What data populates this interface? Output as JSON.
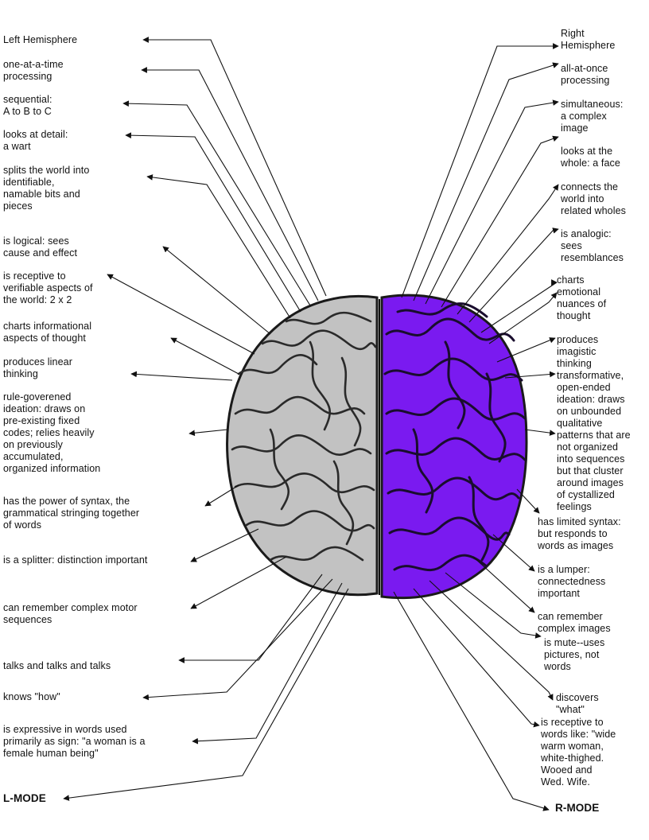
{
  "left_hemisphere": {
    "title": "Left Hemisphere",
    "items": [
      "one-at-a-time\nprocessing",
      "sequential:\nA to B to C",
      "looks at detail:\na wart",
      "splits the world into\nidentifiable,\nnamable bits and\npieces",
      "is logical: sees\ncause and effect",
      "is receptive to\nverifiable aspects of\nthe world:  2 x 2",
      "charts informational\naspects of thought",
      "produces linear\nthinking",
      "rule-goverened\nideation: draws on\npre-existing fixed\ncodes; relies heavily\non previously\naccumulated,\norganized information",
      "has the power of syntax, the\ngrammatical stringing together\nof words",
      "is a splitter: distinction important",
      "can remember complex motor\nsequences",
      "talks and talks and talks",
      "knows \"how\"",
      "is expressive in words used\nprimarily as sign: \"a woman is a\nfemale human being\""
    ],
    "mode": "L-MODE",
    "color": "#c2c2c2"
  },
  "right_hemisphere": {
    "title": "Right\nHemisphere",
    "items": [
      "all-at-once\nprocessing",
      "simultaneous:\na complex\nimage",
      "looks at the\nwhole: a face",
      "connects the\nworld into\nrelated wholes",
      "is analogic:\nsees\nresemblances",
      "charts\nemotional\nnuances of\nthought",
      "produces\nimagistic\nthinking",
      "transformative,\nopen-ended\nideation: draws\non unbounded\nqualitative\npatterns that are\nnot organized\ninto sequences\nbut that cluster\naround images\nof cystallized\nfeelings",
      "has limited syntax:\nbut responds to\nwords as images",
      "is a lumper:\nconnectedness\nimportant",
      "can remember\ncomplex images",
      "is mute--uses\npictures, not\nwords",
      "discovers\n\"what\"",
      "is receptive to\nwords like: \"wide\nwarm woman,\nwhite-thighed.\nWooed and\nWed.  Wife."
    ],
    "mode": "R-MODE",
    "color": "#7a1af0"
  }
}
